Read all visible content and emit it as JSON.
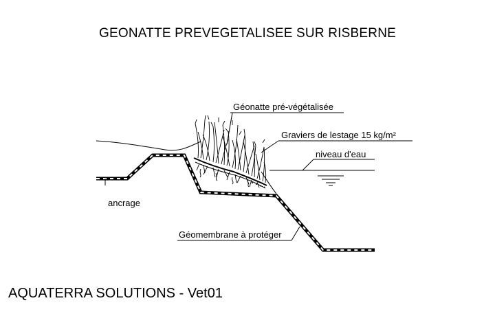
{
  "diagram": {
    "title": "GEONATTE PREVEGETALISEE SUR RISBERNE",
    "labels": {
      "geonatte": "Géonatte pré-végétalisée",
      "graviers": "Graviers de lestage 15 kg/m²",
      "niveau": "niveau d'eau",
      "ancrage": "ancrage",
      "geomembrane": "Géomembrane à protéger"
    },
    "footer": "AQUATERRA SOLUTIONS - Vet01"
  }
}
